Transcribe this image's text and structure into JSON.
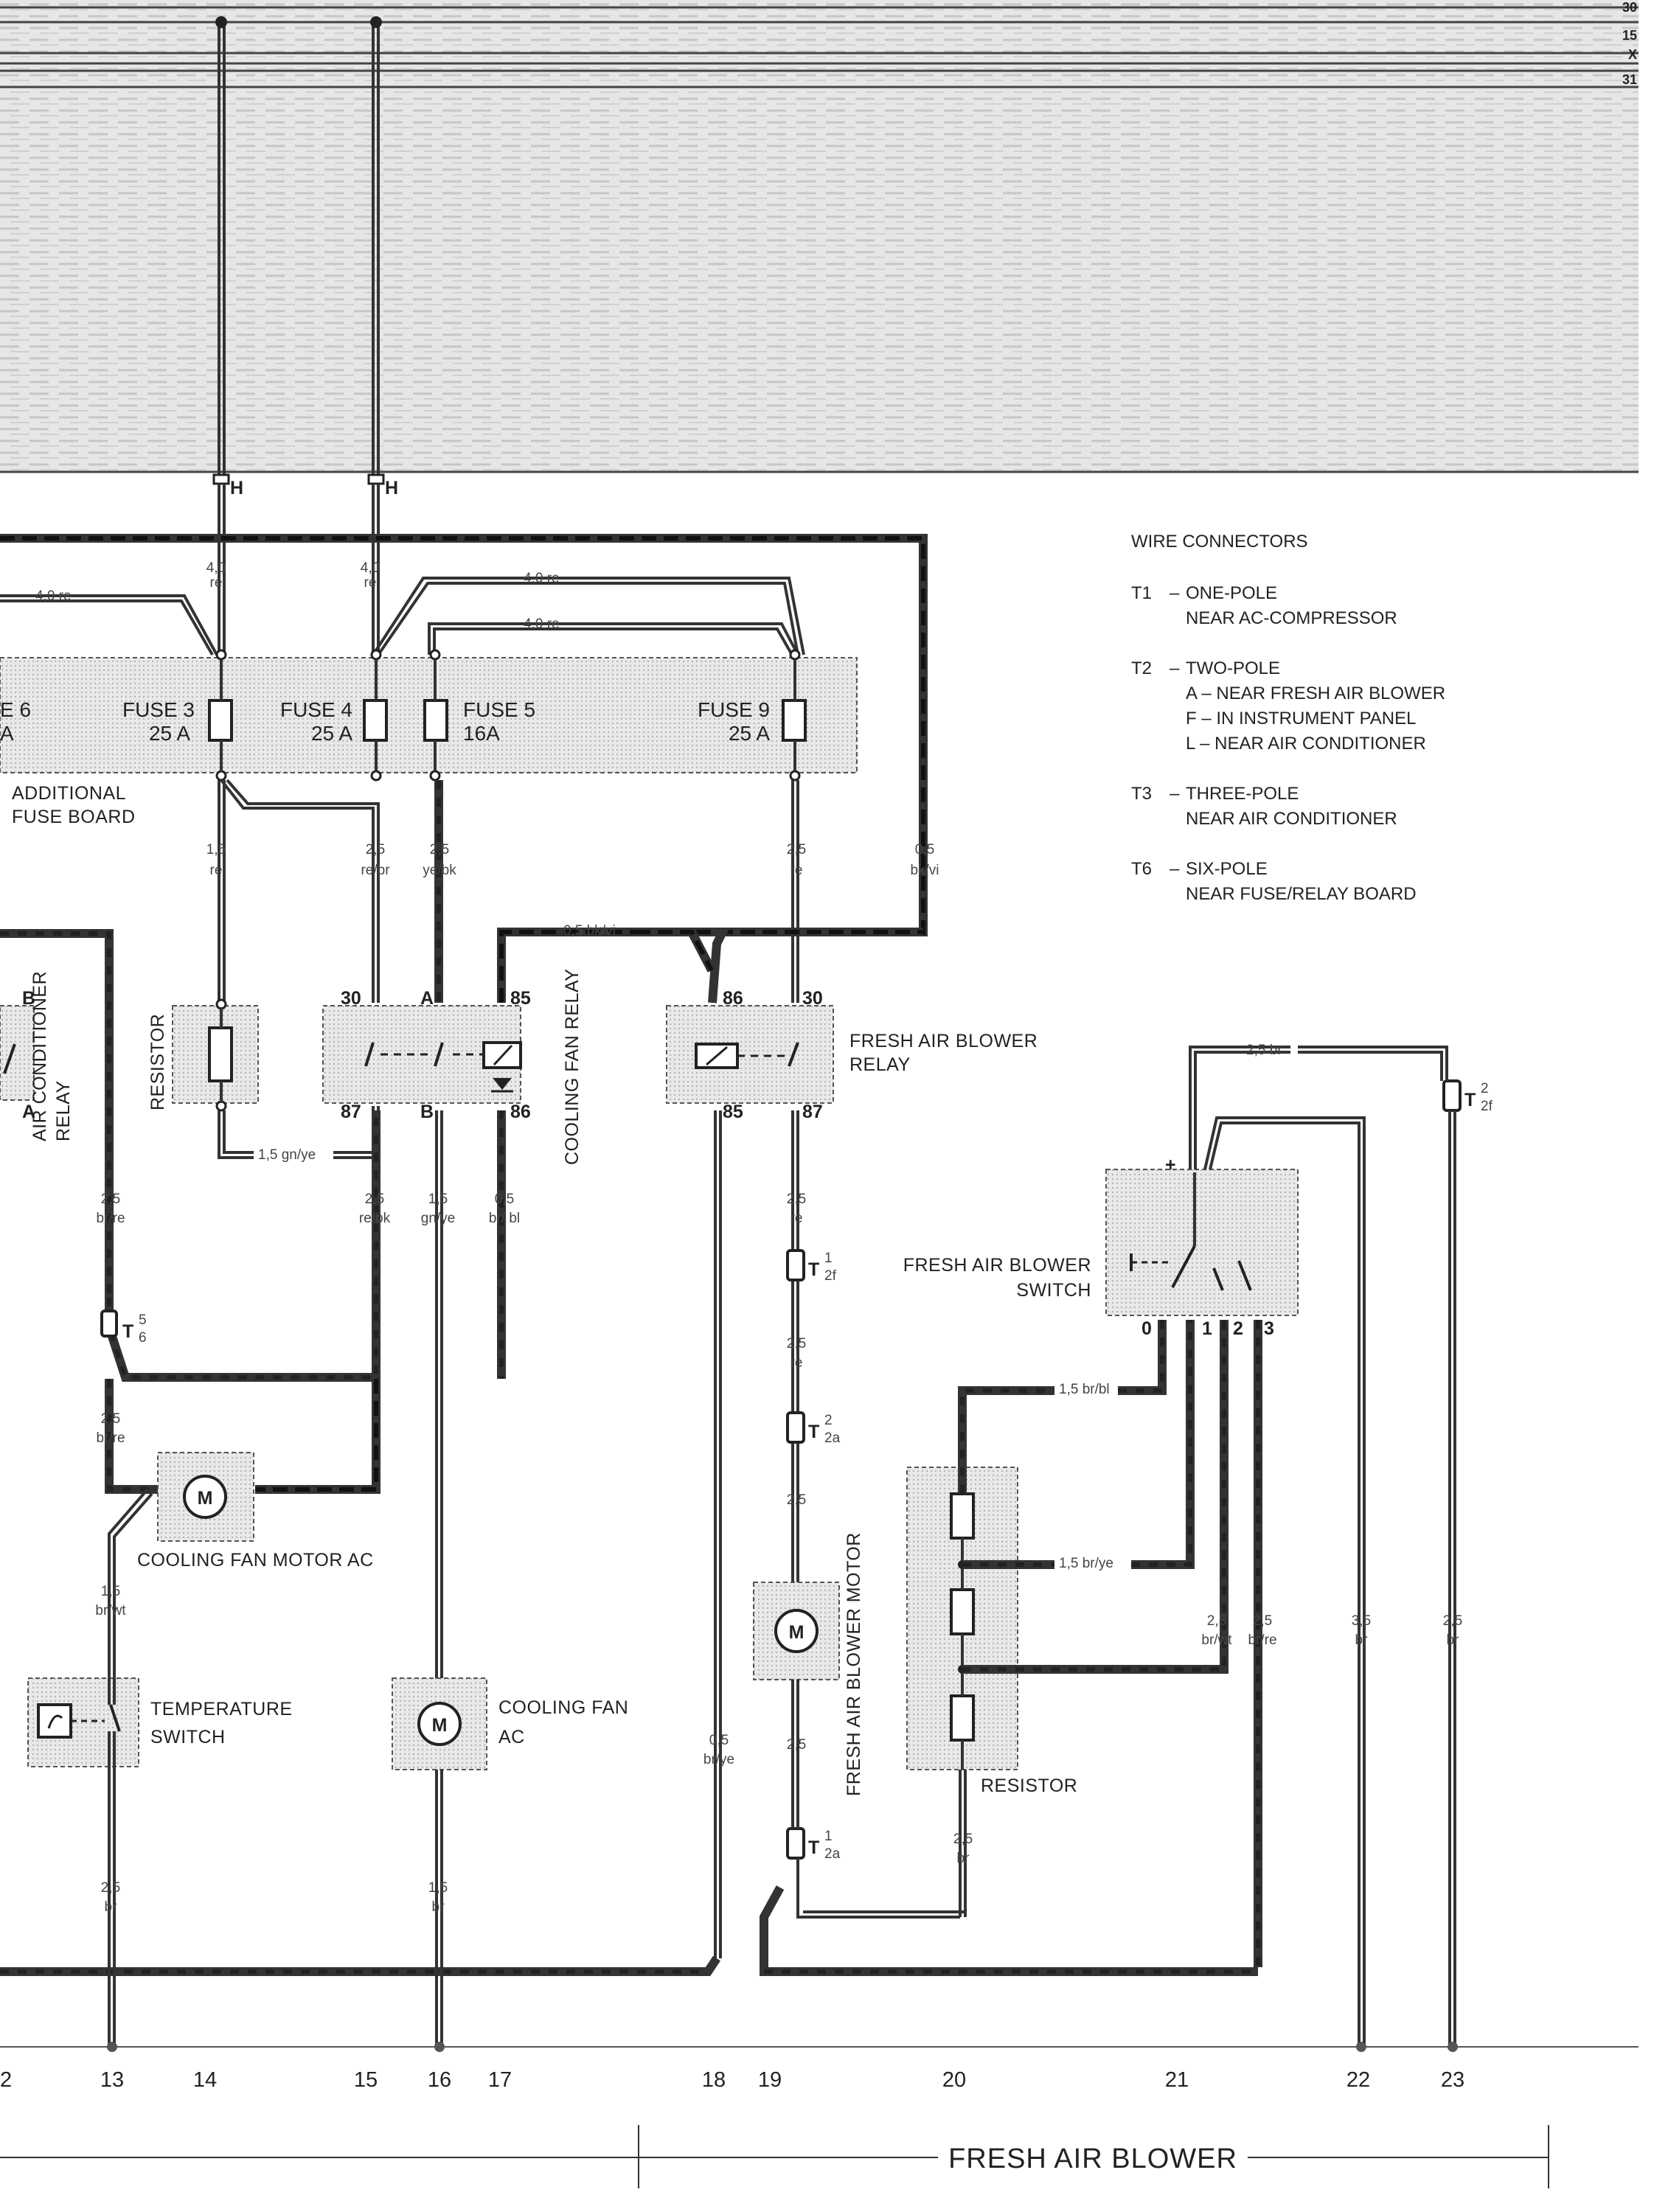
{
  "rails": [
    "30",
    "15",
    "X",
    "31"
  ],
  "h_labels": [
    "H",
    "H"
  ],
  "fuse_board": {
    "label_line1": "ADDITIONAL",
    "label_line2": "FUSE BOARD",
    "fuses": [
      {
        "name": "E 6",
        "rating": "A"
      },
      {
        "name": "FUSE 3",
        "rating": "25 A"
      },
      {
        "name": "FUSE 4",
        "rating": "25 A"
      },
      {
        "name": "FUSE 5",
        "rating": "16A"
      },
      {
        "name": "FUSE 9",
        "rating": "25 A"
      }
    ]
  },
  "wires": {
    "w40re_left": "4,0  re",
    "w40re_a": "4,0  re",
    "w40re_b": "4,0  re",
    "w40_h1_size": "4,0",
    "w40_h1_color": "re",
    "w40_h2_size": "4,0",
    "w40_h2_color": "re",
    "w15re_size": "1,5",
    "w15re_color": "re",
    "w25rebr_size": "2,5",
    "w25rebr_color": "re/br",
    "w25yebk_size": "2,5",
    "w25yebk_color": "ye/bk",
    "w25re_f9_size": "2,5",
    "w25re_f9_color": "re",
    "w05bkvi_size": "0,5",
    "w05bkvi_color": "bk/vi",
    "w05bkvi_h": "0,5  bk/vi",
    "w15gnye": "1,5  gn/ye",
    "w25brre_a_size": "2,5",
    "w25brre_a_color": "br/re",
    "w25rebk_size": "2,5",
    "w25rebk_color": "re/bk",
    "w15gnye_v_size": "1,5",
    "w15gnye_v_color": "gn/ye",
    "w05brbl_size": "0,5",
    "w05brbl_color": "br/ bl",
    "w25re_87_size": "2,5",
    "w25re_87_color": "re",
    "w25re_t2f_size": "2,5",
    "w25re_t2f_color": "re",
    "w25_t2a_size": "2,5",
    "w25brre_b_size": "2,5",
    "w25brre_b_color": "br/re",
    "w15brwt_size": "1,5",
    "w15brwt_color": "br/wt",
    "w25br_13_size": "2,5",
    "w25br_13_color": "br",
    "w15br_16_size": "1,5",
    "w15br_16_color": "br",
    "w05brye_size": "0,5",
    "w05brye_color": "br/ye",
    "w25_motor_size": "2,5",
    "w15brbl": "1,5  br/bl",
    "w15brye": "1,5  br/ye",
    "w25brwt_size": "2,5",
    "w25brwt_color": "br/wt",
    "w25brre_c_size": "2,5",
    "w25brre_c_color": "br/re",
    "w25br_res_size": "2,5",
    "w25br_res_color": "br",
    "w35br_size": "3,5",
    "w35br_color": "br",
    "w25br_23_size": "2,5",
    "w25br_23_color": "br",
    "w25br_top": "2,5  br"
  },
  "components": {
    "resistor_v": "RESISTOR",
    "ac_relay_1": "AIR CONDITIONER",
    "ac_relay_2": "RELAY",
    "cooling_fan_relay": "COOLING FAN RELAY",
    "fresh_air_blower_relay_1": "FRESH AIR BLOWER",
    "fresh_air_blower_relay_2": "RELAY",
    "cooling_fan_motor_ac": "COOLING FAN MOTOR AC",
    "temperature_switch_1": "TEMPERATURE",
    "temperature_switch_2": "SWITCH",
    "cooling_fan_ac_1": "COOLING FAN",
    "cooling_fan_ac_2": "AC",
    "fresh_air_blower_motor": "FRESH  AIR  BLOWER  MOTOR",
    "fresh_air_blower_switch_1": "FRESH AIR BLOWER",
    "fresh_air_blower_switch_2": "SWITCH",
    "resistor_h": "RESISTOR"
  },
  "pins": {
    "r_a": "B",
    "r_b": "A",
    "cfr_30": "30",
    "cfr_a": "A",
    "cfr_85": "85",
    "cfr_87": "87",
    "cfr_b": "B",
    "cfr_86": "86",
    "fab_86": "86",
    "fab_30": "30",
    "fab_85": "85",
    "fab_87": "87",
    "sw_plus": "+",
    "sw_0": "0",
    "sw_1": "1",
    "sw_2": "2",
    "sw_3": "3"
  },
  "connectors": {
    "t6": {
      "main": "T",
      "sub": "6",
      "sup": "5"
    },
    "t2f_a": {
      "main": "T",
      "sub": "2f",
      "sup": "1"
    },
    "t2a_a": {
      "main": "T",
      "sub": "2a",
      "sup": "2"
    },
    "t2a_b": {
      "main": "T",
      "sub": "2a",
      "sup": "1"
    },
    "t2f_b": {
      "main": "T",
      "sub": "2f",
      "sup": "2"
    }
  },
  "legend": {
    "title": "WIRE CONNECTORS",
    "entries": [
      {
        "code": "T1",
        "lines": [
          "ONE-POLE",
          "NEAR AC-COMPRESSOR"
        ]
      },
      {
        "code": "T2",
        "lines": [
          "TWO-POLE",
          "A  –  NEAR FRESH AIR BLOWER",
          "F  –  IN INSTRUMENT PANEL",
          "L  –  NEAR AIR CONDITIONER"
        ]
      },
      {
        "code": "T3",
        "lines": [
          "THREE-POLE",
          "NEAR AIR CONDITIONER"
        ]
      },
      {
        "code": "T6",
        "lines": [
          "SIX-POLE",
          "NEAR FUSE/RELAY BOARD"
        ]
      }
    ]
  },
  "circuit_numbers": [
    "2",
    "13",
    "14",
    "15",
    "16",
    "17",
    "18",
    "19",
    "20",
    "21",
    "22",
    "23"
  ],
  "section_title": "FRESH AIR BLOWER"
}
